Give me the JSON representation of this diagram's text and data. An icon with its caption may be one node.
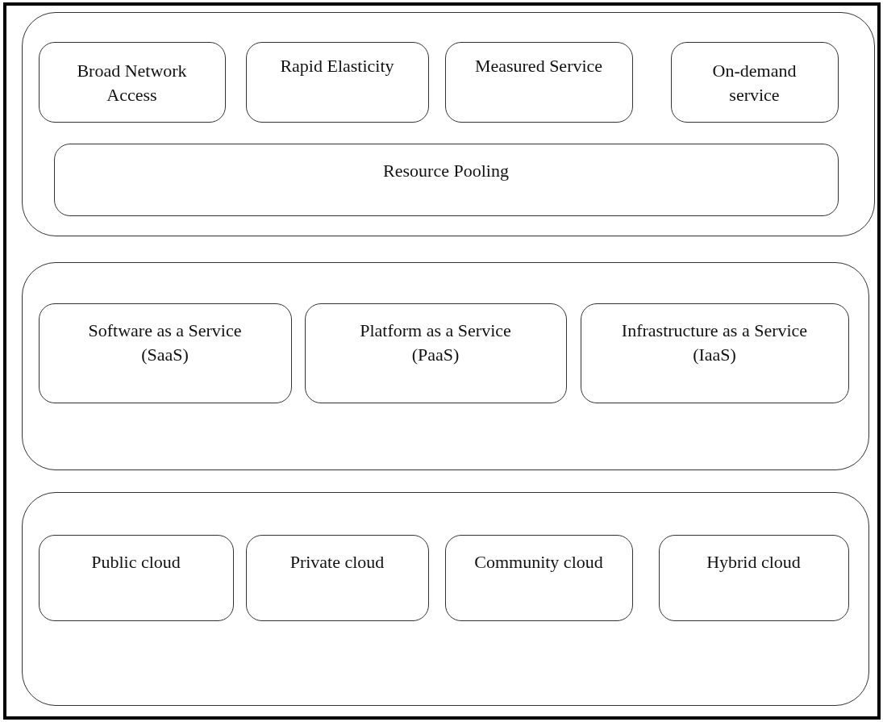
{
  "diagram": {
    "nodes": [
      {
        "text": [],
        "shape": "box"
      },
      {
        "text": [
          "Broad Network Access"
        ],
        "in": 0
      },
      {
        "text": [
          "Rapid Elasticity"
        ],
        "in": 0
      },
      {
        "text": [
          "Measured Service"
        ],
        "in": 0
      },
      {
        "text": [
          "On-demand service"
        ],
        "in": 0
      },
      {
        "text": [
          "Resource Pooling"
        ],
        "in": 0
      },
      {
        "text": [],
        "shape": "box"
      },
      {
        "text": [
          "Software as a Service (SaaS)"
        ],
        "in": 6
      },
      {
        "text": [
          "Platform as a Service (PaaS)"
        ],
        "in": 6
      },
      {
        "text": [
          "Infrastructure as a Service (IaaS)"
        ],
        "in": 6
      },
      {
        "text": [],
        "shape": "box"
      },
      {
        "text": [
          "Public cloud"
        ],
        "in": 10
      },
      {
        "text": [
          "Private cloud"
        ],
        "in": 10
      },
      {
        "text": [
          "Community cloud"
        ],
        "in": 10
      },
      {
        "text": [
          "Hybrid cloud"
        ],
        "in": 10
      }
    ]
  }
}
